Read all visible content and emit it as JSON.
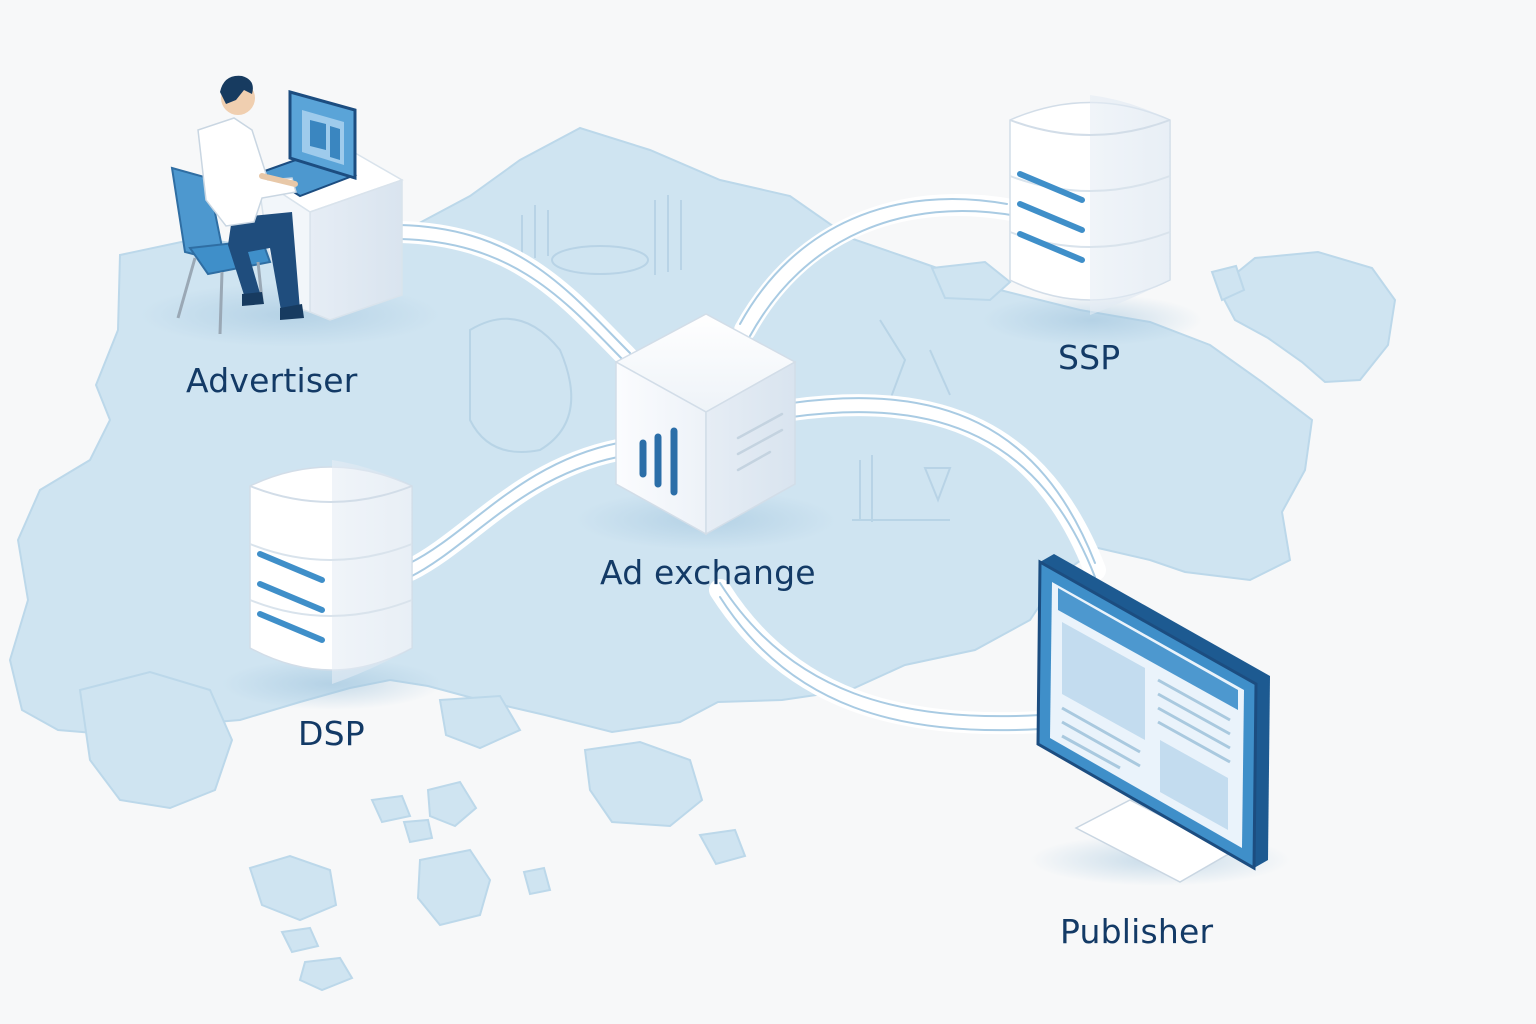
{
  "nodes": {
    "advertiser": {
      "label": "Advertiser"
    },
    "ssp": {
      "label": "SSP"
    },
    "ad_exchange": {
      "label": "Ad exchange"
    },
    "dsp": {
      "label": "DSP"
    },
    "publisher": {
      "label": "Publisher"
    }
  },
  "colors": {
    "background": "#f7f8f9",
    "map_fill": "#cfe4f1",
    "accent_blue": "#3f8fc9",
    "dark_navy": "#133a66",
    "label_text": "#133a66"
  },
  "icons": {
    "advertiser": "person-at-desk-with-laptop-icon",
    "ssp": "server-stack-icon",
    "ad_exchange": "cube-icon",
    "dsp": "server-stack-icon",
    "publisher": "desktop-monitor-icon"
  }
}
